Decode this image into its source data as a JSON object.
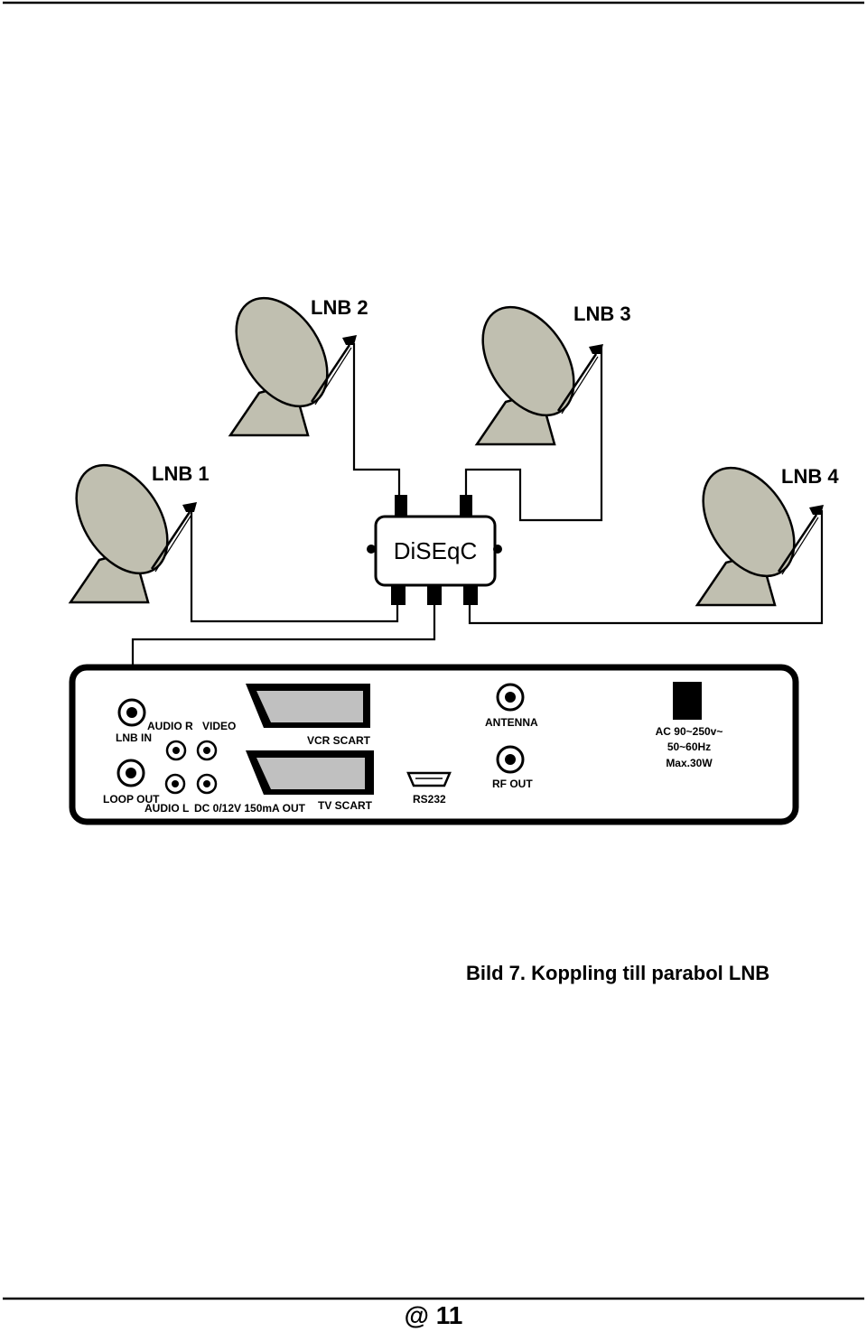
{
  "lnbs": [
    {
      "label": "LNB 1"
    },
    {
      "label": "LNB 2"
    },
    {
      "label": "LNB 3"
    },
    {
      "label": "LNB 4"
    }
  ],
  "diseqc": {
    "label": "DiSEqC"
  },
  "receiver": {
    "lnb_in": "LNB IN",
    "loop_out": "LOOP OUT",
    "audio_r": "AUDIO R",
    "video": "VIDEO",
    "audio_l": "AUDIO L",
    "dc_out": "DC 0/12V 150mA OUT",
    "vcr_scart": "VCR SCART",
    "tv_scart": "TV SCART",
    "rs232": "RS232",
    "antenna": "ANTENNA",
    "rf_out": "RF OUT",
    "power_line1": "AC 90~250v~",
    "power_line2": "50~60Hz",
    "power_line3": "Max.30W"
  },
  "caption": "Bild 7. Koppling till parabol LNB",
  "footer": {
    "page_number": "@ 11"
  },
  "colors": {
    "dish_fill": "#c0bfb0",
    "line": "#000000",
    "background": "#ffffff"
  }
}
